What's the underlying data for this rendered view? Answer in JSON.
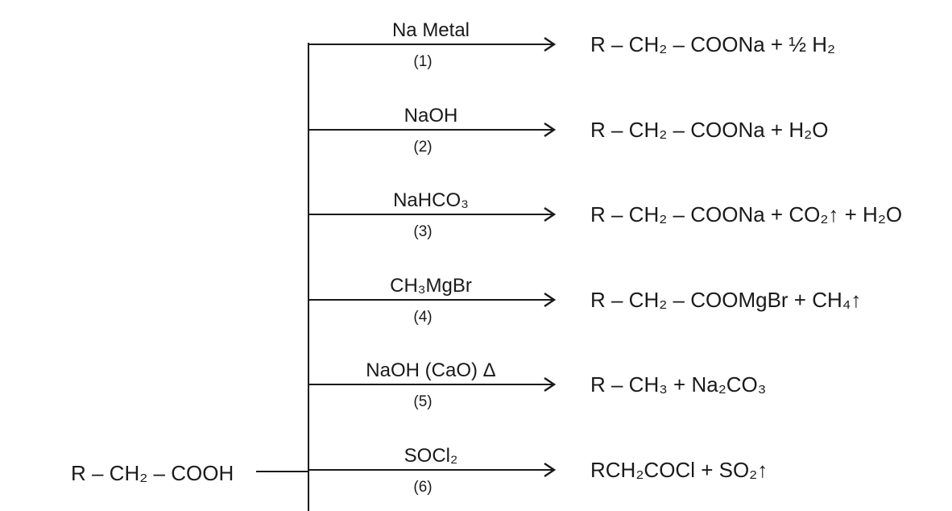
{
  "reactant": "R – CH₂ – COOH",
  "reactions": [
    {
      "reagent": "Na Metal",
      "step": "(1)",
      "product": "R – CH₂ – COONa + ½ H₂"
    },
    {
      "reagent": "NaOH",
      "step": "(2)",
      "product": "R – CH₂ – COONa + H₂O"
    },
    {
      "reagent": "NaHCO₃",
      "step": "(3)",
      "product": "R – CH₂ – COONa + CO₂↑ + H₂O"
    },
    {
      "reagent": "CH₃MgBr",
      "step": "(4)",
      "product": "R – CH₂ – COOMgBr + CH₄↑"
    },
    {
      "reagent": "NaOH (CaO) Δ",
      "step": "(5)",
      "product": "R – CH₃ + Na₂CO₃"
    },
    {
      "reagent": "SOCl₂",
      "step": "(6)",
      "product": "RCH₂COCl + SO₂↑"
    }
  ]
}
